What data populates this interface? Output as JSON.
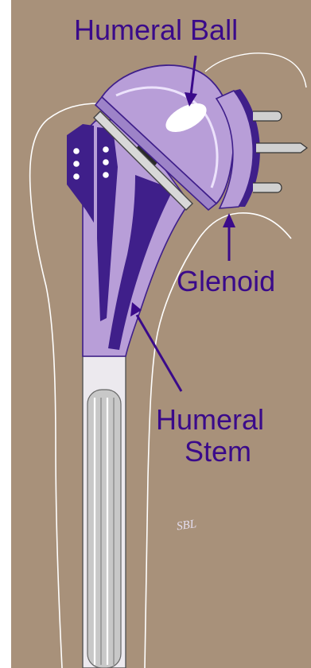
{
  "diagram": {
    "labels": {
      "humeral_ball": "Humeral Ball",
      "glenoid": "Glenoid",
      "humeral_stem_line1": "Humeral",
      "humeral_stem_line2": "Stem"
    },
    "signature": "SBL",
    "colors": {
      "background": "#a8917a",
      "implant_light": "#b89ed8",
      "implant_dark": "#3f1f8a",
      "label_text": "#3a0a8a",
      "metal": "#c8c8c8"
    }
  }
}
